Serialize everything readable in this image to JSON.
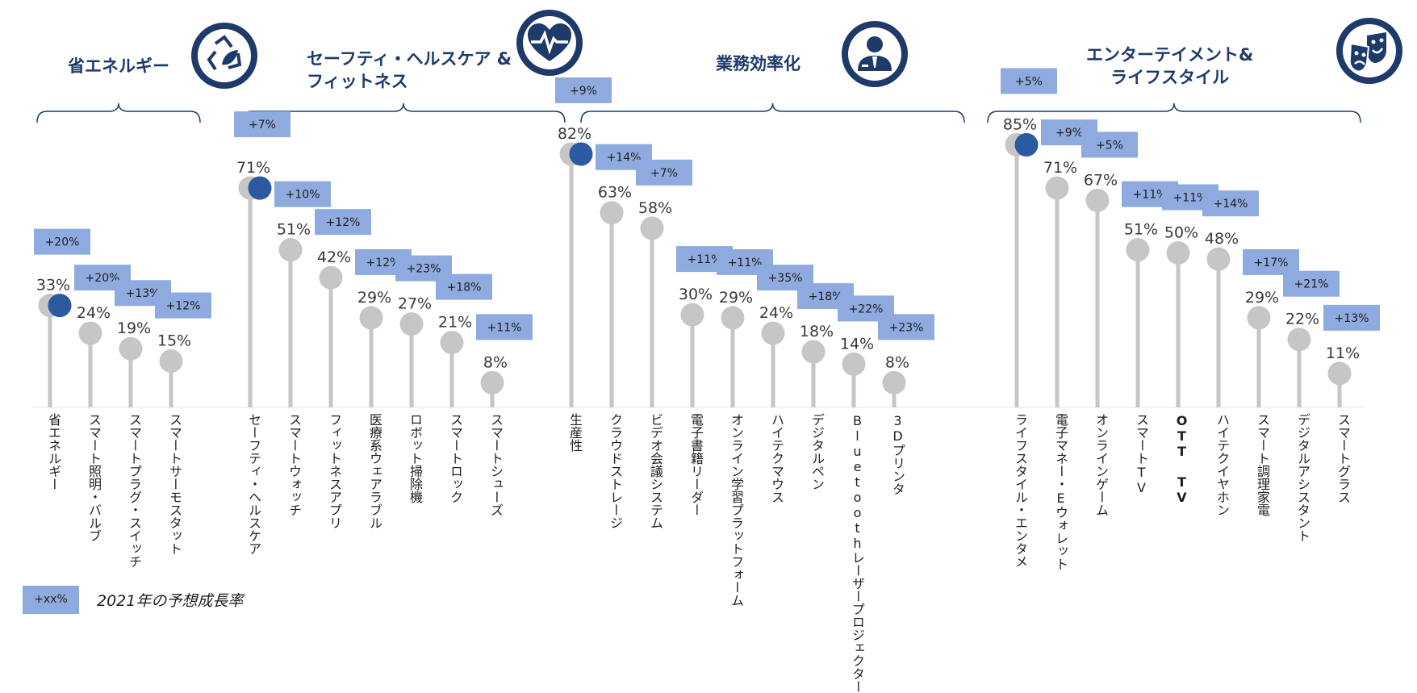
{
  "categories_header": [
    {
      "title_lines": [
        "省エネルギー"
      ],
      "icon": "recycle-leaf-icon"
    },
    {
      "title_lines": [
        "セーフティ・ヘルスケア &",
        "フィットネス"
      ],
      "icon": "heart-pulse-icon"
    },
    {
      "title_lines": [
        "業務効率化"
      ],
      "icon": "businessman-icon"
    },
    {
      "title_lines": [
        "エンターテイメント&",
        "ライフスタイル"
      ],
      "icon": "theater-masks-icon"
    }
  ],
  "legend": {
    "box_label": "+xx%",
    "text": "2021年の予想成長率"
  },
  "chart_data": {
    "type": "lollipop",
    "value_unit": "%",
    "groups": [
      {
        "name": "省エネルギー",
        "items": [
          {
            "label": "省エネルギー",
            "value": 33,
            "growth": "+20%",
            "highlight": true
          },
          {
            "label": "スマート照明・バルブ",
            "value": 24,
            "growth": "+20%"
          },
          {
            "label": "スマートプラグ・スイッチ",
            "value": 19,
            "growth": "+13%"
          },
          {
            "label": "スマートサーモスタット",
            "value": 15,
            "growth": "+12%"
          }
        ]
      },
      {
        "name": "セーフティ・ヘルスケア & フィットネス",
        "items": [
          {
            "label": "セーフティ・ヘルスケア",
            "value": 71,
            "growth": "+7%",
            "highlight": true
          },
          {
            "label": "スマートウォッチ",
            "value": 51,
            "growth": "+10%"
          },
          {
            "label": "フィットネスアプリ",
            "value": 42,
            "growth": "+12%"
          },
          {
            "label": "医療系ウェアラブル",
            "value": 29,
            "growth": "+12%"
          },
          {
            "label": "ロボット掃除機",
            "value": 27,
            "growth": "+23%"
          },
          {
            "label": "スマートロック",
            "value": 21,
            "growth": "+18%"
          },
          {
            "label": "スマートシューズ",
            "value": 8,
            "growth": "+11%"
          }
        ]
      },
      {
        "name": "業務効率化",
        "items": [
          {
            "label": "生産性",
            "value": 82,
            "growth": "+9%",
            "highlight": true
          },
          {
            "label": "クラウドストレージ",
            "value": 63,
            "growth": "+14%"
          },
          {
            "label": "ビデオ会議システム",
            "value": 58,
            "growth": "+7%"
          },
          {
            "label": "電子書籍リーダー",
            "value": 30,
            "growth": "+11%"
          },
          {
            "label": "オンライン学習プラットフォーム",
            "value": 29,
            "growth": "+11%"
          },
          {
            "label": "ハイテクマウス",
            "value": 24,
            "growth": "+35%"
          },
          {
            "label": "デジタルペン",
            "value": 18,
            "growth": "+18%"
          },
          {
            "label": "Bluetoothレーザープロジェクター",
            "value": 14,
            "growth": "+22%"
          },
          {
            "label": "3Dプリンタ",
            "value": 8,
            "growth": "+23%"
          }
        ]
      },
      {
        "name": "エンターテイメント&ライフスタイル",
        "items": [
          {
            "label": "ライフスタイル・エンタメ",
            "value": 85,
            "growth": "+5%",
            "highlight": true
          },
          {
            "label": "電子マネー・Eウォレット",
            "value": 71,
            "growth": "+9%"
          },
          {
            "label": "オンラインゲーム",
            "value": 67,
            "growth": "+5%"
          },
          {
            "label": "スマートTV",
            "value": 51,
            "growth": "+11%"
          },
          {
            "label": "OTT TV",
            "value": 50,
            "growth": "+11%"
          },
          {
            "label": "ハイテクイヤホン",
            "value": 48,
            "growth": "+14%"
          },
          {
            "label": "スマート調理家電",
            "value": 29,
            "growth": "+17%"
          },
          {
            "label": "デジタルアシスタント",
            "value": 22,
            "growth": "+21%"
          },
          {
            "label": "スマートグラス",
            "value": 11,
            "growth": "+13%"
          }
        ]
      }
    ]
  },
  "colors": {
    "navy": "#1e3a6b",
    "stem": "#c6c6c6",
    "bubble": "#c6c6c6",
    "highlight": "#2c5aa0",
    "growth_box": "#8eaadf"
  }
}
